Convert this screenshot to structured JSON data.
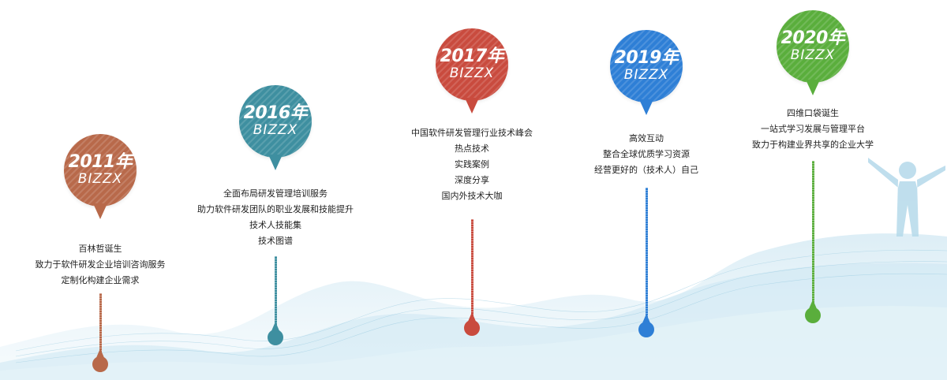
{
  "milestones": [
    {
      "year": "2011年",
      "brand": "BIZZX",
      "color": "#b8694a",
      "lines": [
        "百林哲诞生",
        "致力于软件研发企业培训咨询服务",
        "定制化构建企业需求"
      ]
    },
    {
      "year": "2016年",
      "brand": "BIZZX",
      "color": "#3e8fa0",
      "lines": [
        "全面布局研发管理培训服务",
        "助力软件研发团队的职业发展和技能提升",
        "技术人技能集",
        "技术图谱"
      ]
    },
    {
      "year": "2017年",
      "brand": "BIZZX",
      "color": "#c94b3e",
      "lines": [
        "中国软件研发管理行业技术峰会",
        "热点技术",
        "实践案例",
        "深度分享",
        "国内外技术大咖"
      ]
    },
    {
      "year": "2019年",
      "brand": "BIZZX",
      "color": "#2e7fd6",
      "lines": [
        "高效互动",
        "整合全球优质学习资源",
        "经营更好的（技术人）自己"
      ]
    },
    {
      "year": "2020年",
      "brand": "BIZZX",
      "color": "#5aae3c",
      "lines": [
        "四维口袋诞生",
        "一站式学习发展与管理平台",
        "致力于构建业界共享的企业大学"
      ]
    }
  ]
}
